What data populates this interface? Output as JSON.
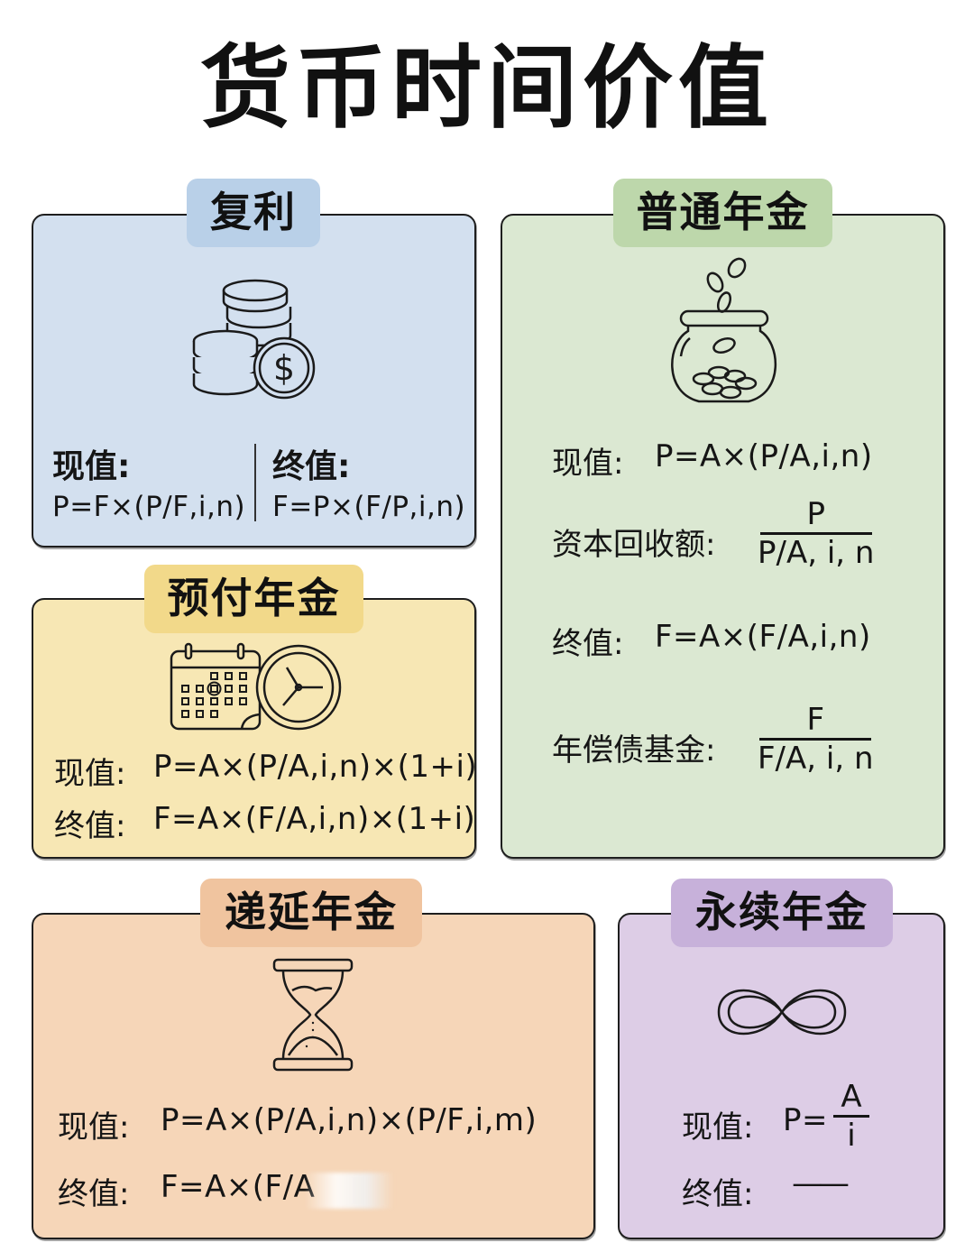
{
  "title": "货币时间价值",
  "colors": {
    "compound_bg": "#d3e0ef",
    "compound_tag": "#b9d0e8",
    "ordinary_bg": "#dbe8d2",
    "ordinary_tag": "#bdd7ab",
    "prepaid_bg": "#f7e7b4",
    "prepaid_tag": "#f2d98a",
    "deferred_bg": "#f6d6b8",
    "deferred_tag": "#f0c49f",
    "perpetual_bg": "#ddcde6",
    "perpetual_tag": "#c7b1da"
  },
  "compound": {
    "title": "复利",
    "icon": "coin-stack-dollar-icon",
    "pv_label": "现值:",
    "pv_formula": "P=F×(P/F,i,n)",
    "fv_label": "终值:",
    "fv_formula": "F=P×(F/P,i,n)"
  },
  "ordinary": {
    "title": "普通年金",
    "icon": "coin-jar-icon",
    "pv_label": "现值:",
    "pv_formula": "P=A×(P/A,i,n)",
    "recovery_label": "资本回收额:",
    "recovery_num": "P",
    "recovery_den": "P/A, i, n",
    "fv_label": "终值:",
    "fv_formula": "F=A×(F/A,i,n)",
    "sinking_label": "年偿债基金:",
    "sinking_num": "F",
    "sinking_den": "F/A, i, n"
  },
  "prepaid": {
    "title": "预付年金",
    "icon": "calendar-clock-icon",
    "pv_label": "现值:",
    "pv_formula": "P=A×(P/A,i,n)×(1+i)",
    "fv_label": "终值:",
    "fv_formula": "F=A×(F/A,i,n)×(1+i)"
  },
  "deferred": {
    "title": "递延年金",
    "icon": "hourglass-icon",
    "pv_label": "现值:",
    "pv_formula": "P=A×(P/A,i,n)×(P/F,i,m)",
    "fv_label": "终值:",
    "fv_formula": "F=A×(F/A"
  },
  "perpetual": {
    "title": "永续年金",
    "icon": "infinity-icon",
    "pv_label": "现值:",
    "pv_prefix": "P=",
    "pv_num": "A",
    "pv_den": "i",
    "fv_label": "终值:",
    "fv_value": "——"
  }
}
